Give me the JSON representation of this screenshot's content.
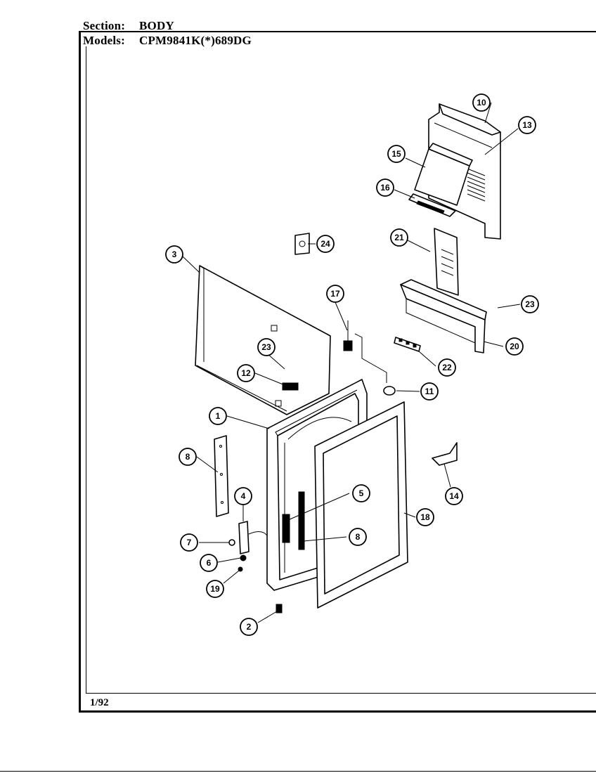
{
  "header": {
    "section_label": "Section:",
    "section_value": "BODY",
    "models_label": "Models:",
    "models_value": "CPM9841K(*)689DG"
  },
  "footer": {
    "date": "1/92"
  },
  "callouts": {
    "c1": "1",
    "c2": "2",
    "c3": "3",
    "c4": "4",
    "c5": "5",
    "c6": "6",
    "c7": "7",
    "c8a": "8",
    "c8b": "8",
    "c10": "10",
    "c11": "11",
    "c12": "12",
    "c13": "13",
    "c14": "14",
    "c15": "15",
    "c16": "16",
    "c17": "17",
    "c18": "18",
    "c19": "19",
    "c20": "20",
    "c21": "21",
    "c22": "22",
    "c23a": "23",
    "c23b": "23",
    "c24": "24"
  }
}
